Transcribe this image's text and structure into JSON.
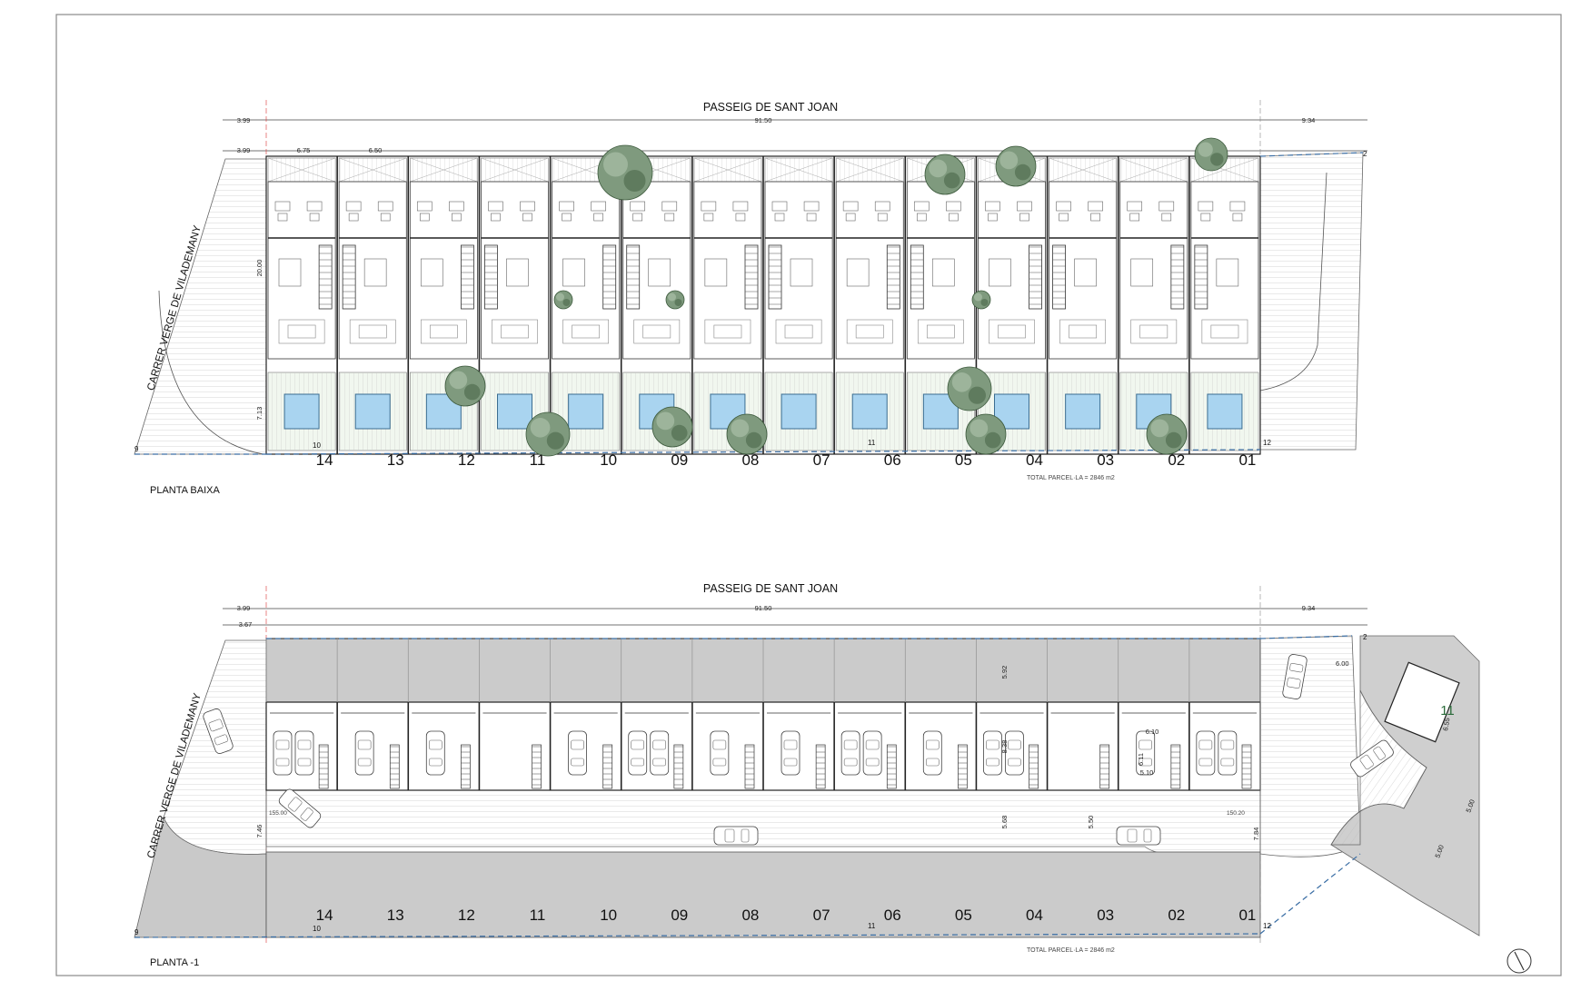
{
  "sheet": {
    "plans": [
      {
        "id": "ground",
        "title": "PLANTA BAIXA",
        "street_top": "PASSEIG DE SANT JOAN",
        "street_left": "CARRER VERGE DE VILADEMANY",
        "total_parcel": "TOTAL PARCEL·LA = 2846 m2",
        "dims": {
          "overall": "91.50",
          "left_offset": "3.99",
          "left_offset_2": "3.99",
          "right_offset": "9.34",
          "unit_width_a": "6.75",
          "unit_width_b": "6.50",
          "depth": "20.00",
          "garden_depth": "7.13"
        },
        "unit_numbers": [
          "14",
          "13",
          "12",
          "11",
          "10",
          "09",
          "08",
          "07",
          "06",
          "05",
          "04",
          "03",
          "02",
          "01"
        ],
        "corner_marks": [
          "9",
          "10",
          "11",
          "12",
          "2"
        ]
      },
      {
        "id": "basement",
        "title": "PLANTA -1",
        "street_top": "PASSEIG DE SANT JOAN",
        "street_left": "CARRER VERGE DE VILADEMANY",
        "total_parcel": "TOTAL PARCEL·LA = 2846 m2",
        "dims": {
          "overall": "91.50",
          "left_offset": "3.99",
          "left_offset_2": "3.67",
          "right_offset": "9.34",
          "top_depth": "5.92",
          "garage_depth": "8.38",
          "aisle_depth": "5.68",
          "aisle_depth_2": "5.50",
          "spot_a": "6.10",
          "spot_b": "6.11",
          "spot_c": "5.10",
          "left_dim": "7.46",
          "right_dim": "7.84",
          "ramp_a": "6.00",
          "ramp_b": "5.00",
          "ramp_c": "5.00",
          "ramp_d": "6.55"
        },
        "elev_left": "155.00",
        "elev_right": "150.20",
        "ramp_unit_label": "11",
        "unit_numbers": [
          "14",
          "13",
          "12",
          "11",
          "10",
          "09",
          "08",
          "07",
          "06",
          "05",
          "04",
          "03",
          "02",
          "01"
        ],
        "corner_marks": [
          "9",
          "10",
          "11",
          "12",
          "2"
        ]
      }
    ]
  }
}
